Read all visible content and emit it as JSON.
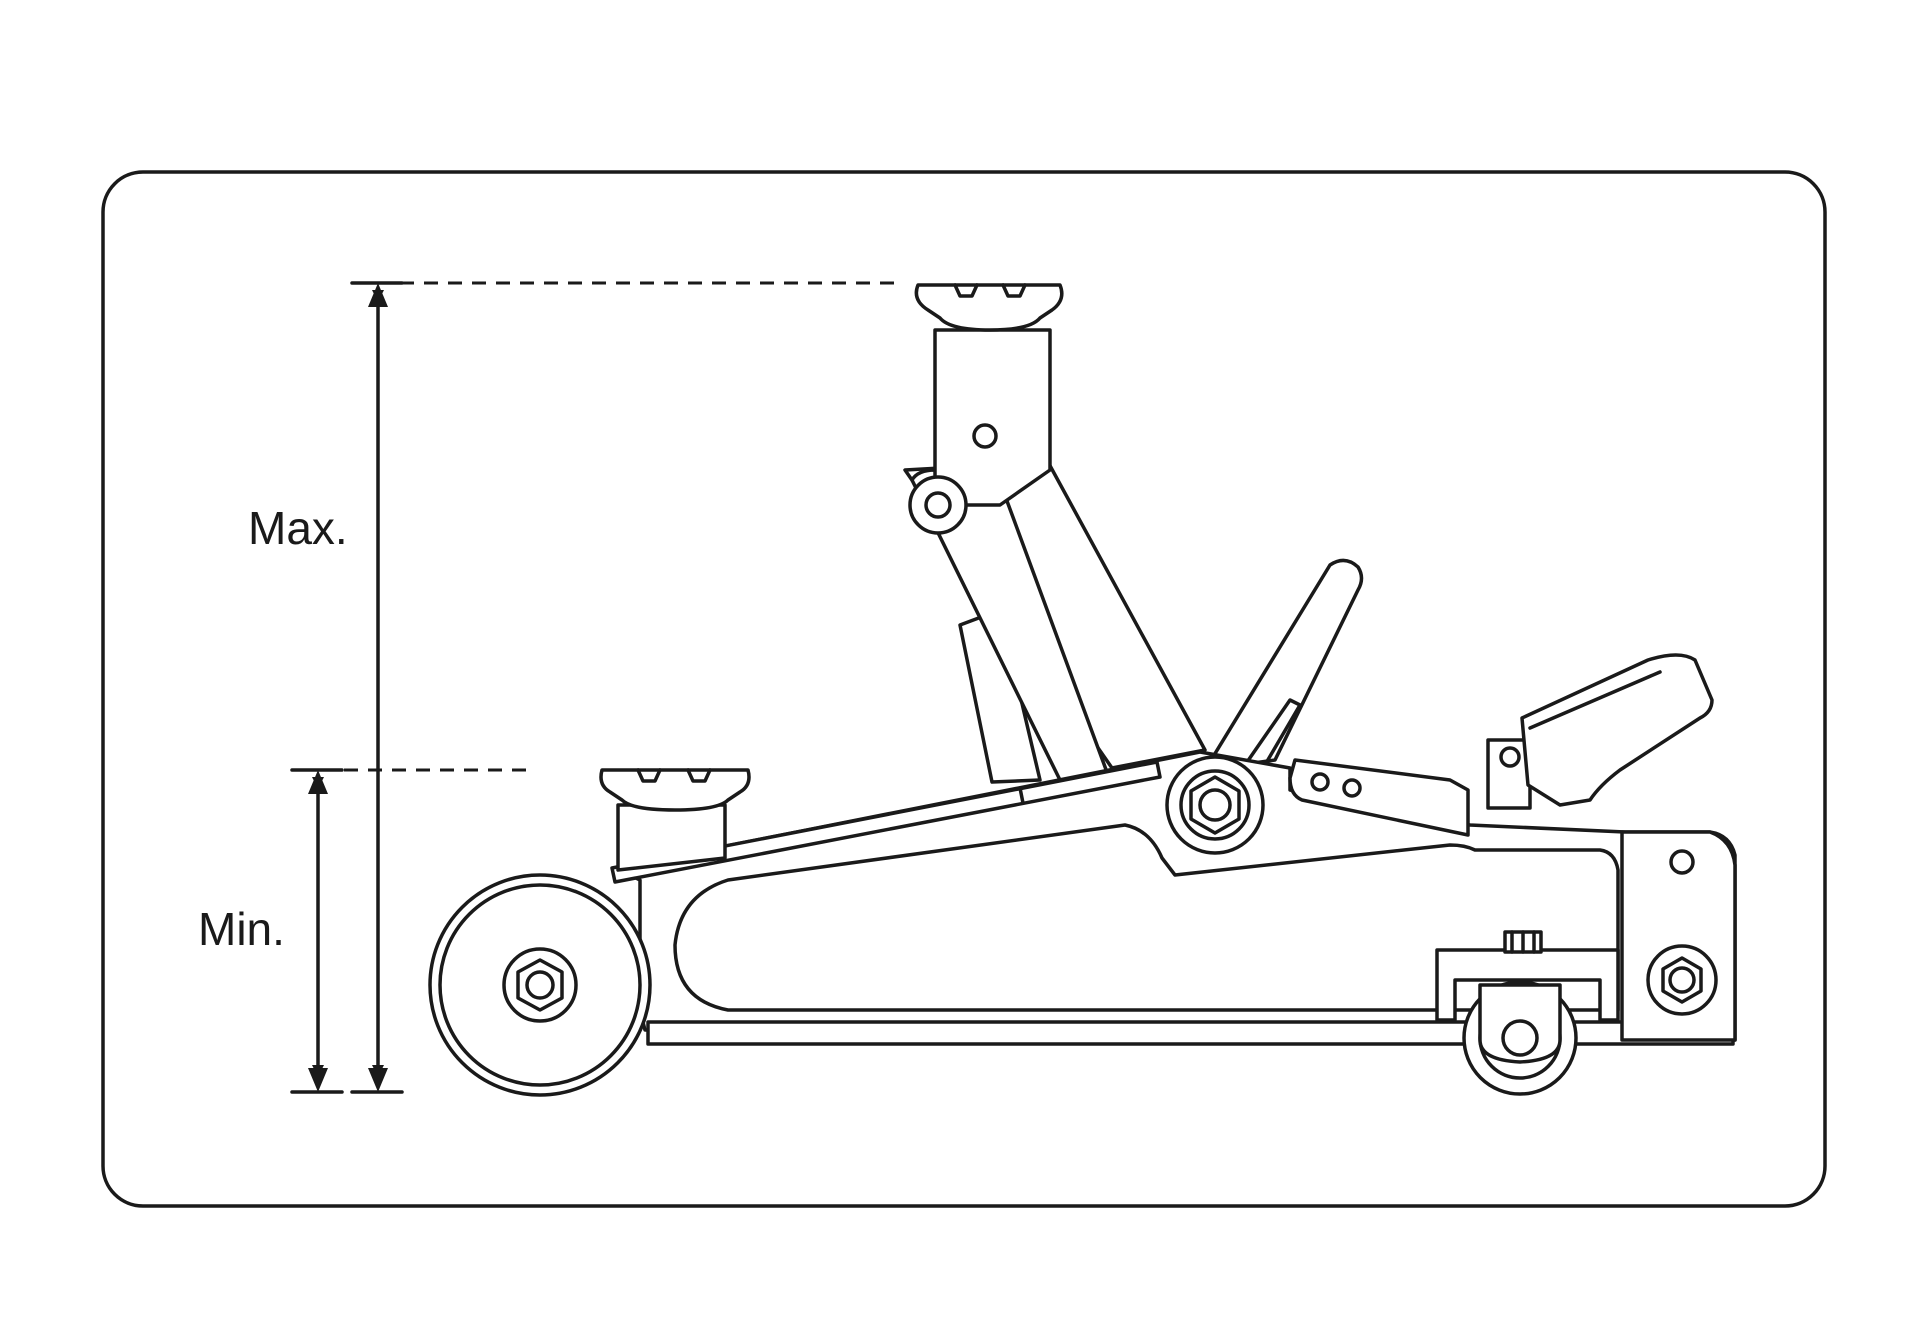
{
  "labels": {
    "max": "Max.",
    "min": "Min."
  },
  "colors": {
    "stroke": "#1a1a1a",
    "background": "#ffffff"
  },
  "icons": [
    "floor-jack-illustration",
    "arrow-up-icon",
    "arrow-down-icon"
  ]
}
